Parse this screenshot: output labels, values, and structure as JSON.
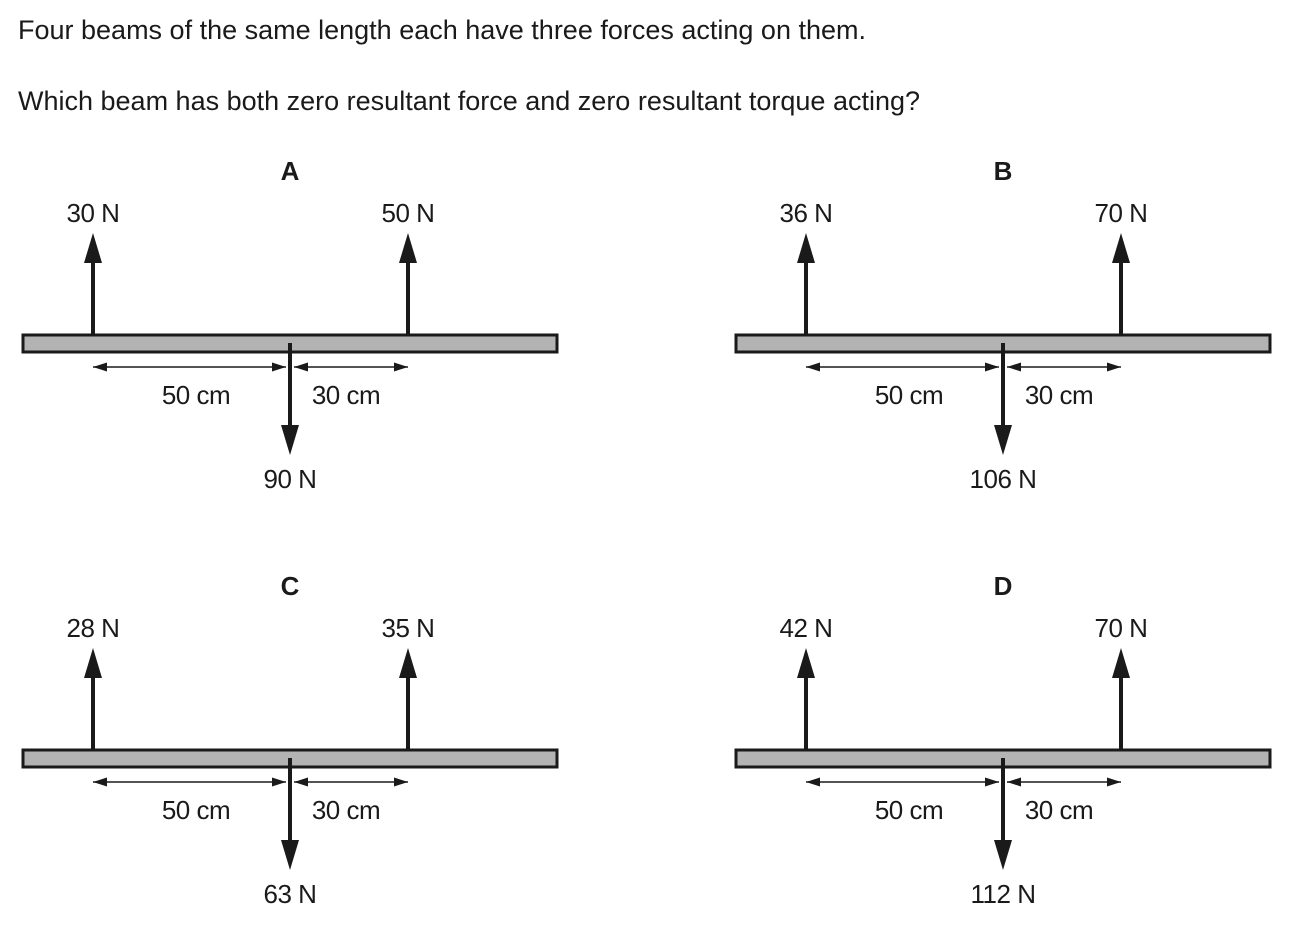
{
  "question": {
    "line1": "Four beams of the same length each have three forces acting on them.",
    "line2": "Which beam has both zero resultant force and zero resultant torque acting?"
  },
  "beams": [
    {
      "letter": "A",
      "left_force": "30 N",
      "right_force": "50 N",
      "down_force": "90 N",
      "left_distance": "50 cm",
      "right_distance": "30 cm"
    },
    {
      "letter": "B",
      "left_force": "36 N",
      "right_force": "70 N",
      "down_force": "106 N",
      "left_distance": "50 cm",
      "right_distance": "30 cm"
    },
    {
      "letter": "C",
      "left_force": "28 N",
      "right_force": "35 N",
      "down_force": "63 N",
      "left_distance": "50 cm",
      "right_distance": "30 cm"
    },
    {
      "letter": "D",
      "left_force": "42 N",
      "right_force": "70 N",
      "down_force": "112 N",
      "left_distance": "50 cm",
      "right_distance": "30 cm"
    }
  ],
  "colors": {
    "beam_fill": "#b3b3b3",
    "ink": "#1a1a1a"
  }
}
